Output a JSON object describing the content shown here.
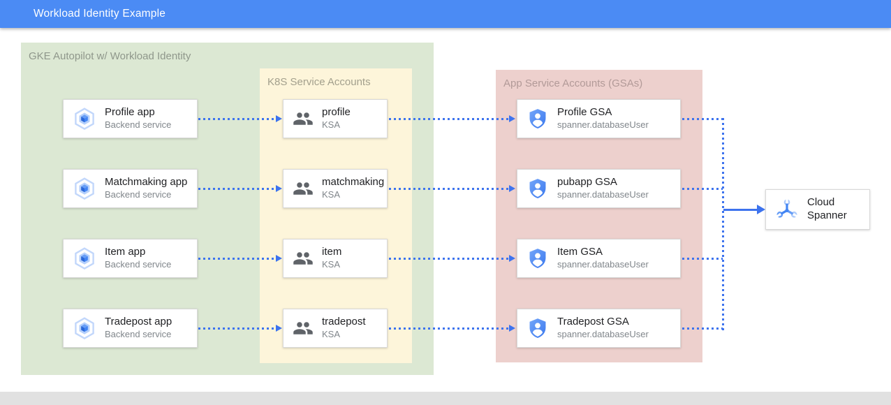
{
  "header": {
    "title": "Workload Identity Example"
  },
  "colors": {
    "header_bg": "#4b8bf4",
    "arrow": "#3d73ee",
    "gke_bg": "#dce8d3",
    "ksa_bg": "#fdf5da",
    "gsa_bg": "#edd0cd",
    "footer_bg": "#e1e1e1",
    "node_title": "#202124",
    "node_subtitle": "#80868b"
  },
  "containers": {
    "gke": {
      "label": "GKE Autopilot w/ Workload Identity"
    },
    "ksa": {
      "label": "K8S Service Accounts"
    },
    "gsa": {
      "label": "App Service Accounts (GSAs)"
    }
  },
  "icons": {
    "app": "gke-workload-icon",
    "ksa": "users-icon",
    "gsa": "shield-person-icon",
    "spanner": "spanner-wrench-icon"
  },
  "rows": [
    {
      "app": {
        "title": "Profile app",
        "subtitle": "Backend service"
      },
      "ksa": {
        "title": "profile",
        "subtitle": "KSA"
      },
      "gsa": {
        "title": "Profile GSA",
        "subtitle": "spanner.databaseUser"
      }
    },
    {
      "app": {
        "title": "Matchmaking app",
        "subtitle": "Backend service"
      },
      "ksa": {
        "title": "matchmaking",
        "subtitle": "KSA"
      },
      "gsa": {
        "title": "pubapp GSA",
        "subtitle": "spanner.databaseUser"
      }
    },
    {
      "app": {
        "title": "Item app",
        "subtitle": "Backend service"
      },
      "ksa": {
        "title": "item",
        "subtitle": "KSA"
      },
      "gsa": {
        "title": "Item GSA",
        "subtitle": "spanner.databaseUser"
      }
    },
    {
      "app": {
        "title": "Tradepost app",
        "subtitle": "Backend service"
      },
      "ksa": {
        "title": "tradepost",
        "subtitle": "KSA"
      },
      "gsa": {
        "title": "Tradepost GSA",
        "subtitle": "spanner.databaseUser"
      }
    }
  ],
  "spanner": {
    "title": "Cloud Spanner"
  }
}
